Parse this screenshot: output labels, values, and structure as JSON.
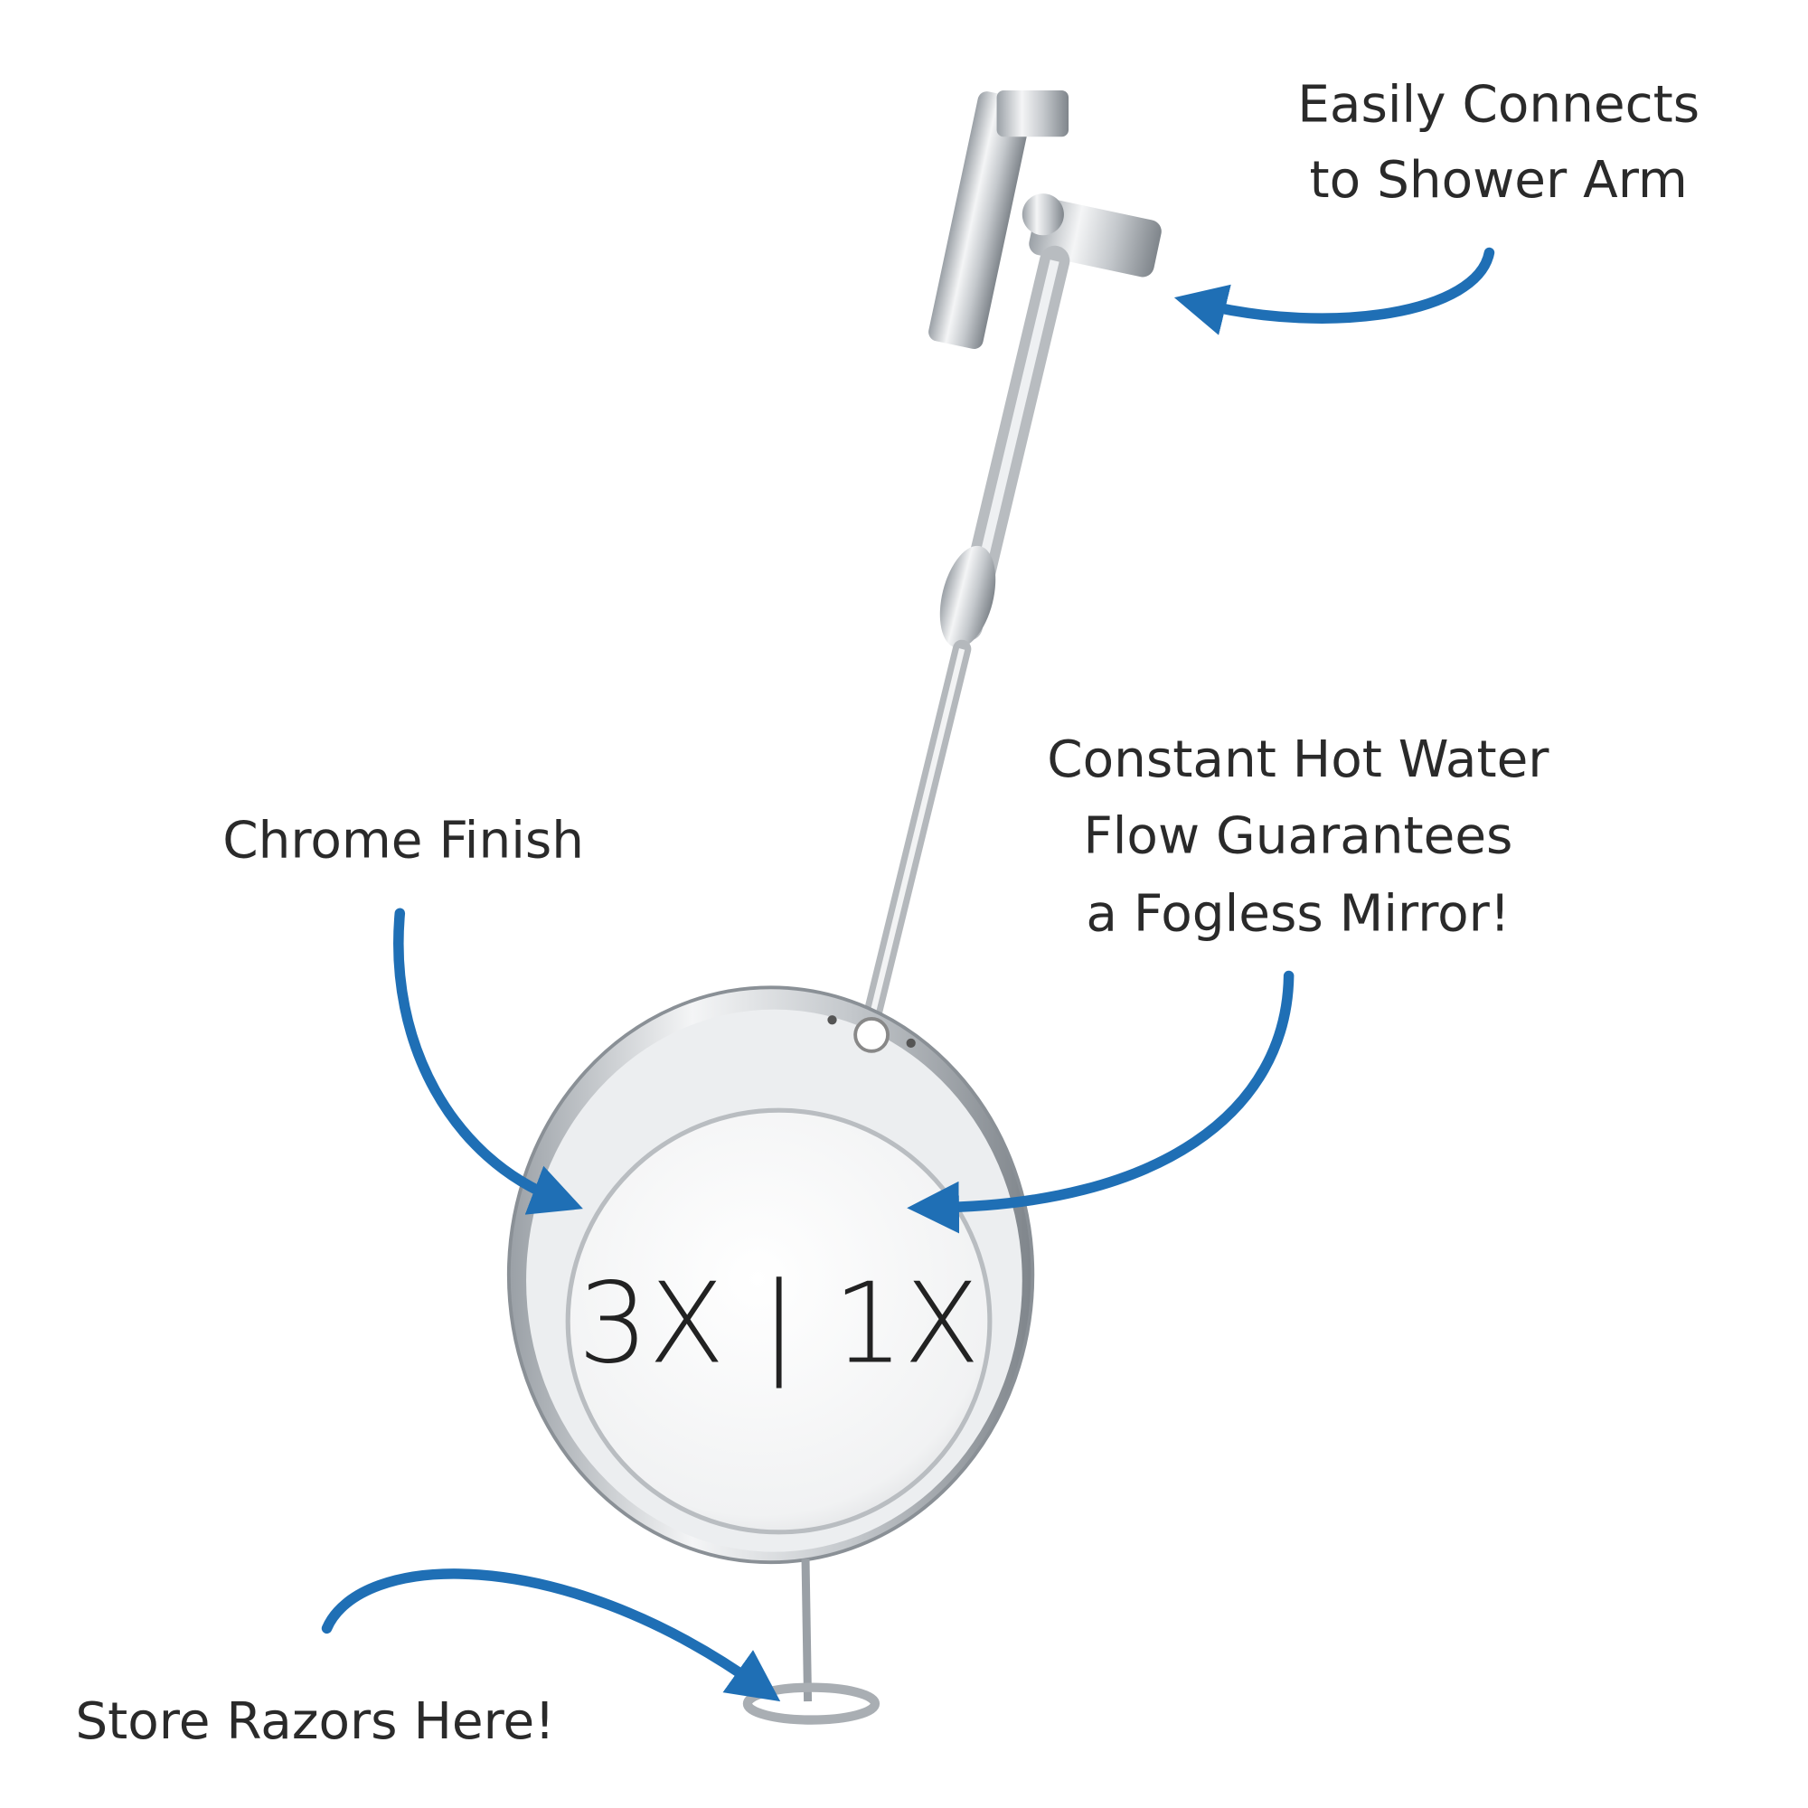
{
  "callouts": {
    "shower_arm": [
      "Easily Connects",
      "to Shower Arm"
    ],
    "fogless": [
      "Constant Hot Water",
      "Flow Guarantees",
      "a Fogless Mirror!"
    ],
    "chrome": "Chrome Finish",
    "razors": "Store Razors Here!"
  },
  "mirror": {
    "magnification": "3X | 1X"
  },
  "colors": {
    "arrow": "#1f6fb5",
    "text": "#2a2a2a",
    "chrome": "#c9ccd0"
  }
}
